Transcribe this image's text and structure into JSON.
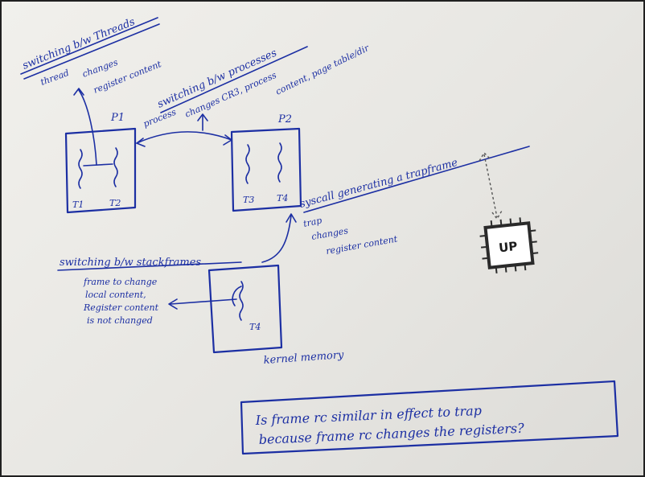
{
  "notes": {
    "threads_heading": "switching b/w Threads",
    "threads_l1": "thread",
    "threads_l2": "changes",
    "threads_l3": "register content",
    "processes_heading": "switching b/w processes",
    "processes_l1": "process",
    "processes_l2": "changes CR3, process",
    "processes_l3": "content, page table/dir",
    "syscall_heading": "syscall generating a trapframe",
    "trap_l1": "trap",
    "trap_l2": "changes",
    "trap_l3": "register content",
    "stack_heading": "switching b/w stackframes",
    "stack_l1": "frame to change",
    "stack_l2": "local content,",
    "stack_l3": "Register content",
    "stack_l4": "is not changed",
    "kernel_label": "kernel memory",
    "question_l1": "Is frame rc similar in effect to trap",
    "question_l2": "because frame rc changes the registers?"
  },
  "boxes": {
    "p1": {
      "label": "P1",
      "threads": [
        "T1",
        "T2"
      ]
    },
    "p2": {
      "label": "P2",
      "threads": [
        "T3",
        "T4"
      ]
    },
    "kernel": {
      "threads": [
        "T4"
      ]
    }
  },
  "chip": {
    "label": "UP"
  },
  "colors": {
    "ink": "#1c2fa3",
    "board": "#ebeae6",
    "chip": "#2a2a2a"
  }
}
